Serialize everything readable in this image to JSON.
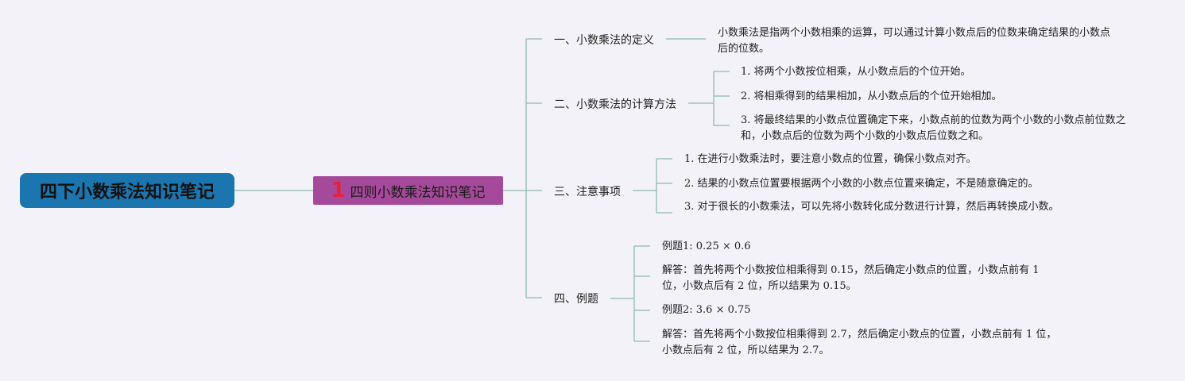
{
  "root": {
    "title": "四下小数乘法知识笔记"
  },
  "topic": {
    "number": "1",
    "label": "四则小数乘法知识笔记"
  },
  "sections": [
    {
      "label": "一、小数乘法的定义",
      "items": [
        "小数乘法是指两个小数相乘的运算，可以通过计算小数点后的位数来确定结果的小数点后的位数。"
      ]
    },
    {
      "label": "二、小数乘法的计算方法",
      "items": [
        "1. 将两个小数按位相乘，从小数点后的个位开始。",
        "2. 将相乘得到的结果相加，从小数点后的个位开始相加。",
        "3. 将最终结果的小数点位置确定下来，小数点前的位数为两个小数的小数点前位数之和，小数点后的位数为两个小数的小数点后位数之和。"
      ]
    },
    {
      "label": "三、注意事项",
      "items": [
        "1. 在进行小数乘法时，要注意小数点的位置，确保小数点对齐。",
        "2. 结果的小数点位置要根据两个小数的小数点位置来确定，不是随意确定的。",
        "3. 对于很长的小数乘法，可以先将小数转化成分数进行计算，然后再转换成小数。"
      ]
    },
    {
      "label": "四、例题",
      "items": [
        "例题1: 0.25 × 0.6",
        "解答：首先将两个小数按位相乘得到 0.15，然后确定小数点的位置，小数点前有 1 位，小数点后有 2 位，所以结果为 0.15。",
        "例题2: 3.6 × 0.75",
        "解答：首先将两个小数按位相乘得到 2.7，然后确定小数点的位置，小数点前有 1 位，小数点后有 2 位，所以结果为 2.7。"
      ]
    }
  ],
  "colors": {
    "root": "#1b76b0",
    "topic": "#a54a9a",
    "number": "#e8203c",
    "line": "#8fb8b0",
    "background": "#f2f2f8"
  }
}
